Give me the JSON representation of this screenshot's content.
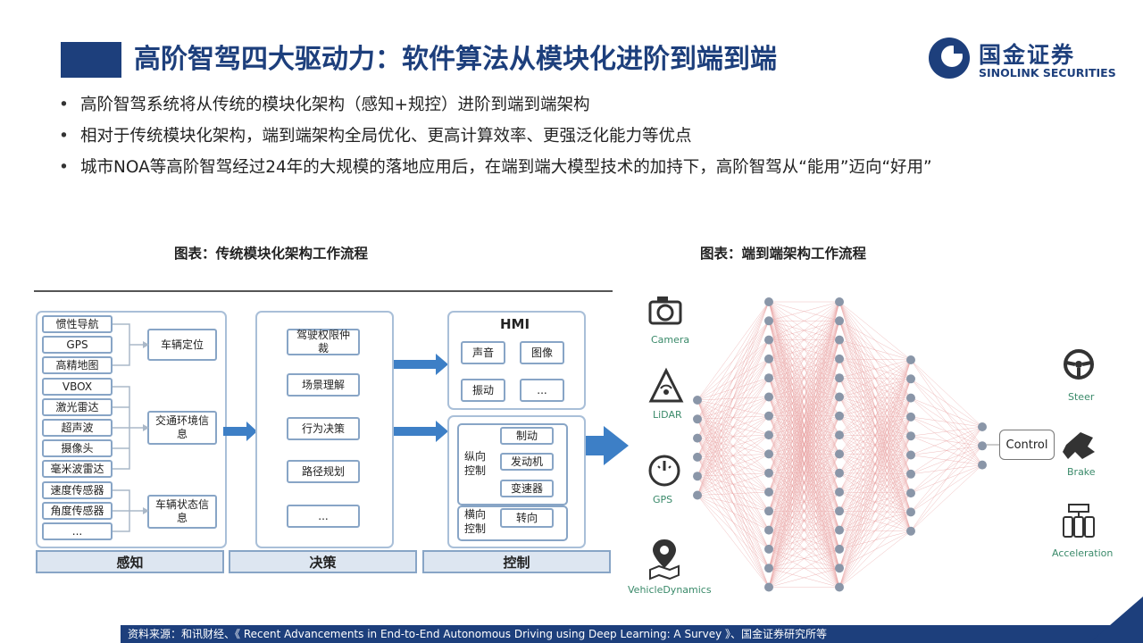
{
  "title": "高阶智驾四大驱动力：软件算法从模块化进阶到端到端",
  "logo": {
    "cn": "国金证券",
    "en": "SINOLINK SECURITIES"
  },
  "bullets": [
    "高阶智驾系统将从传统的模块化架构（感知+规控）进阶到端到端架构",
    "相对于传统模块化架构，端到端架构全局优化、更高计算效率、更强泛化能力等优点",
    "城市NOA等高阶智驾经过24年的大规模的落地应用后，在端到端大模型技术的加持下，高阶智驾从“能用”迈向“好用”"
  ],
  "left_figure": {
    "caption": "图表：传统模块化架构工作流程",
    "perception_inputs": [
      "惯性导航",
      "GPS",
      "高精地图",
      "VBOX",
      "激光雷达",
      "超声波",
      "摄像头",
      "毫米波雷达",
      "速度传感器",
      "角度传感器",
      "..."
    ],
    "perception_outputs": [
      "车辆定位",
      "交通环境信息",
      "车辆状态信息"
    ],
    "decision_items": [
      "驾驶权限仲裁",
      "场景理解",
      "行为决策",
      "路径规划",
      "..."
    ],
    "hmi": {
      "title": "HMI",
      "items": [
        "声音",
        "图像",
        "振动",
        "..."
      ]
    },
    "control": {
      "longitudinal_label": "纵向控制",
      "longitudinal_items": [
        "制动",
        "发动机",
        "变速器"
      ],
      "lateral_label": "横向控制",
      "lateral_items": [
        "转向"
      ]
    },
    "stages": [
      "感知",
      "决策",
      "控制"
    ]
  },
  "right_figure": {
    "caption": "图表：端到端架构工作流程",
    "inputs": [
      "Camera",
      "LiDAR",
      "GPS",
      "VehicleDynamics"
    ],
    "control_label": "Control",
    "outputs": [
      "Steer",
      "Brake",
      "Acceleration"
    ]
  },
  "source": "资料来源：和讯财经、《 Recent Advancements in End-to-End Autonomous Driving using Deep Learning: A Survey 》、国金证券研究所等",
  "colors": {
    "brand": "#1d3f7c",
    "arrow": "#3d7fc6",
    "node": "#8a96a8",
    "edge": "#e8a0a0",
    "label": "#3a8a6a"
  }
}
